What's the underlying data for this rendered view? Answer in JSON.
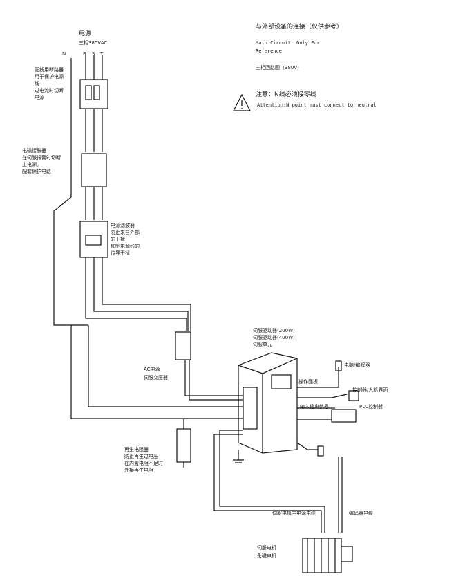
{
  "power": {
    "title": "电源",
    "spec": "三相380VAC",
    "n": "N",
    "r": "R",
    "s": "S",
    "t": "T"
  },
  "notes": {
    "header_cn": "与外部设备的连接（仅供参考）",
    "header_en_1": "Main Circuit: Only For",
    "header_en_2": "Reference",
    "three_phase": "三相回路图（380V）",
    "attention_cn": "注意：N线必须接零线",
    "attention_en": "Attention:N point must connect to neutral"
  },
  "breaker": {
    "line1": "配线用断路器",
    "line2": "用于保护电源",
    "line3": "线",
    "line4": "过电流时切断",
    "line5": "电源"
  },
  "contactor": {
    "line1": "电磁接触器",
    "line2": "在伺服报警时切断",
    "line3": "主电源。",
    "line4": "配套保护电路"
  },
  "filter": {
    "line1": "电源滤波器",
    "line2": "防止来自外部",
    "line3": "的干扰",
    "line4": "抑制电源线的",
    "line5": "传导干扰"
  },
  "transformer": {
    "line1": "AC电源",
    "line2": "伺服变压器"
  },
  "drive": {
    "line1": "伺服驱动器(200W)",
    "line2": "伺服驱动器(400W)",
    "line3": "伺服单元"
  },
  "resistor": {
    "line1": "再生电阻器",
    "line2": "防止再生过电压",
    "line3": "在内置电阻不足时",
    "line4": "外接再生电阻"
  },
  "peripherals": {
    "pc": "电脑/编程器",
    "panel": "操作面板",
    "controller": "控制器/人机界面",
    "signal": "输入输出信号",
    "plc": "PLC控制器"
  },
  "cables": {
    "motor_power": "伺服电机主电源电缆",
    "encoder": "编码器电缆"
  },
  "motor": {
    "line1": "伺服电机",
    "line2": "永磁电机"
  }
}
